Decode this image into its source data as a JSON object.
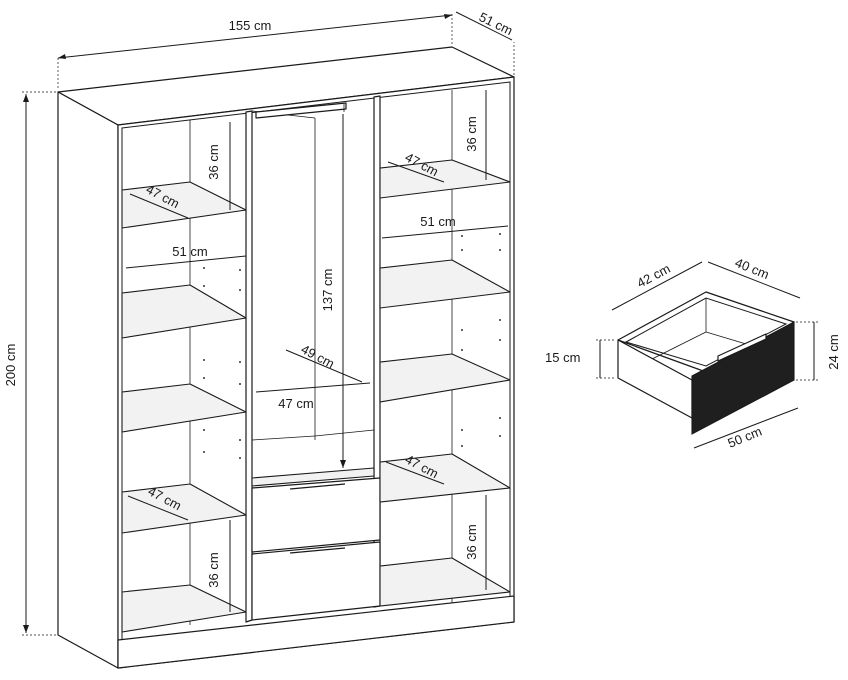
{
  "wardrobe": {
    "width_label": "155 cm",
    "depth_label": "51 cm",
    "height_label": "200 cm",
    "left_upper_shelf_height": "36 cm",
    "left_upper_shelf_depth": "47 cm",
    "left_width": "51 cm",
    "middle_height": "137 cm",
    "middle_depth": "49 cm",
    "middle_width": "47 cm",
    "left_lower_shelf_depth": "47 cm",
    "left_bottom_height": "36 cm",
    "right_upper_height": "36 cm",
    "right_upper_shelf_depth": "47 cm",
    "right_width": "51 cm",
    "right_lower_shelf_depth": "47 cm",
    "right_bottom_height": "36 cm"
  },
  "drawer": {
    "depth_label": "42 cm",
    "width_top_label": "40 cm",
    "height_inner_label": "15 cm",
    "height_outer_label": "24 cm",
    "width_bottom_label": "50 cm"
  },
  "colors": {
    "line": "#1a1a1a",
    "shelf_fill": "#f2f2f2",
    "drawer_front": "#1f1f1f"
  }
}
